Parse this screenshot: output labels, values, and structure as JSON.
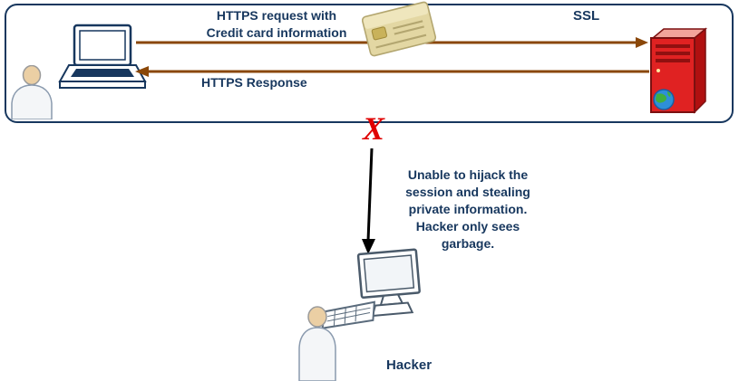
{
  "colors": {
    "outline": "#17375E",
    "text": "#17375E",
    "arrow": "#8A4708",
    "x_mark": "#E00000",
    "server_red": "#E02222",
    "globe_blue": "#2E8FD8"
  },
  "secure_channel": {
    "ssl_label": "SSL",
    "request_label": "HTTPS request with\nCredit card information",
    "response_label": "HTTPS Response"
  },
  "blocked": {
    "x_mark": "X",
    "message": "Unable to hijack the\nsession and stealing\nprivate information.\nHacker only sees\ngarbage."
  },
  "hacker": {
    "label": "Hacker"
  }
}
